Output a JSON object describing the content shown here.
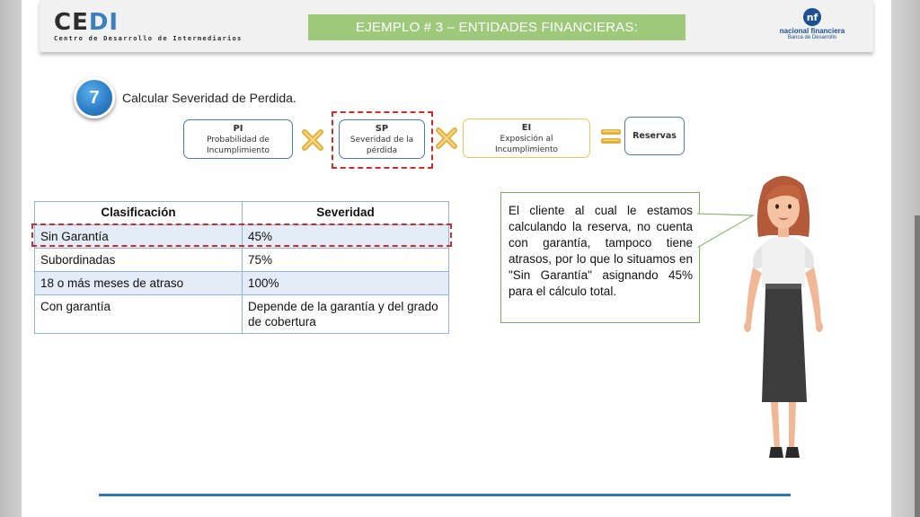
{
  "header": {
    "logo_main_1": "CE",
    "logo_main_2": "DI",
    "logo_sub": "Centro de Desarrollo de Intermediarios",
    "title": "EJEMPLO # 3 – ENTIDADES FINANCIERAS:",
    "partner_name": "nacional financiera",
    "partner_sub": "Banca de Desarrollo"
  },
  "step": {
    "number": "7",
    "text": "Calcular  Severidad de Perdida."
  },
  "formula": {
    "pi_title": "PI",
    "pi_desc_1": "Probabilidad de",
    "pi_desc_2": "Incumplimiento",
    "sp_title": "SP",
    "sp_desc_1": "Severidad de la",
    "sp_desc_2": "pérdida",
    "ei_title": "EI",
    "ei_desc_1": "Exposición al",
    "ei_desc_2": "Incumplimiento",
    "result": "Reservas"
  },
  "table": {
    "headers": [
      "Clasificación",
      "Severidad"
    ],
    "rows": [
      [
        "Sin Garantía",
        "45%"
      ],
      [
        "Subordinadas",
        "75%"
      ],
      [
        "18 o más meses de atraso",
        "100%"
      ],
      [
        "Con garantía",
        "Depende de la garantía y del grado de cobertura"
      ]
    ]
  },
  "callout": {
    "text": "El cliente al cual le estamos calculando la reserva, no cuenta con garantía, tampoco tiene atrasos, por lo que lo situamos en \"Sin Garantía\" asignando 45% para el cálculo total."
  },
  "colors": {
    "title_bar": "#9ec97b",
    "accent_blue": "#2e7fc9",
    "highlight_red": "#d02c2c",
    "operator_gold": "#e0b13c"
  }
}
